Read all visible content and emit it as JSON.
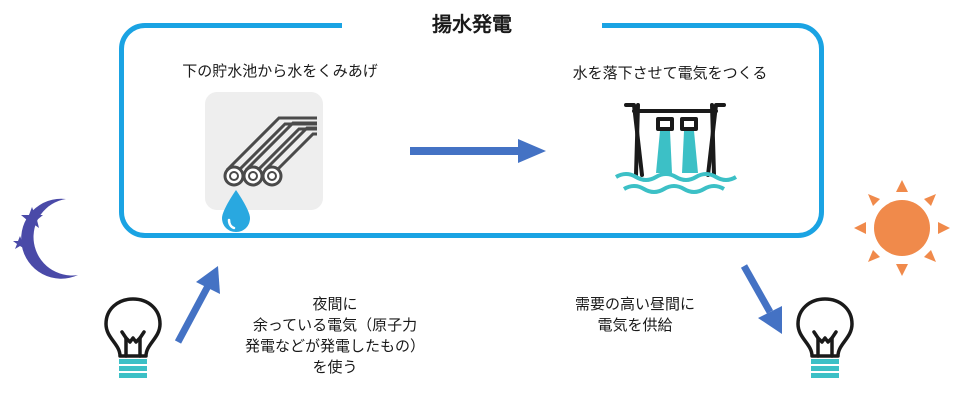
{
  "diagram": {
    "title": "揚水発電",
    "pump_label": "下の貯水池から水をくみあげ",
    "drop_label": "水を落下させて電気をつくる",
    "night_text": [
      "夜間に",
      "余っている電気（原子力",
      "発電などが発電したもの）",
      "を使う"
    ],
    "day_text": [
      "需要の高い昼間に",
      "電気を供給"
    ]
  },
  "icons": {
    "pump": "pipes-pump-icon",
    "water_drop": "water-drop-icon",
    "dam": "dam-icon",
    "moon": "moon-stars-icon",
    "sun": "sun-icon",
    "bulb_left": "light-bulb-icon",
    "bulb_right": "light-bulb-icon"
  },
  "colors": {
    "frame": "#1aa3e3",
    "arrow": "#4472c4",
    "moon": "#4a4aa8",
    "sun": "#f08a4b",
    "water": "#3cc0c6",
    "drop": "#29a8e0",
    "outline": "#1a1a1a",
    "card": "#eeeeee"
  }
}
